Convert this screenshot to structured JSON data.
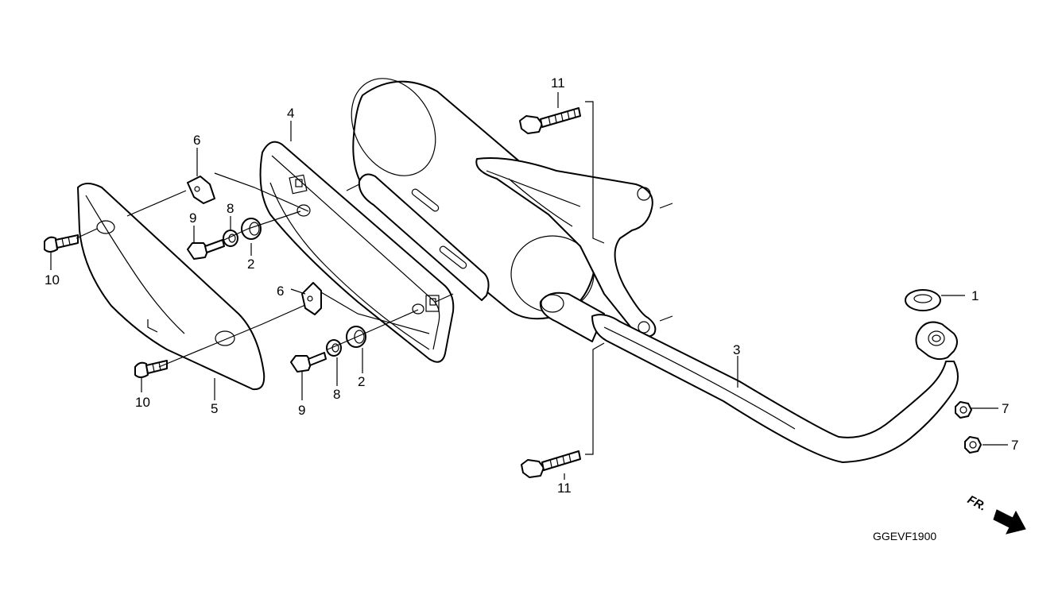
{
  "callouts": {
    "c1": "1",
    "c2a": "2",
    "c2b": "2",
    "c3": "3",
    "c4": "4",
    "c5": "5",
    "c6a": "6",
    "c6b": "6",
    "c7a": "7",
    "c7b": "7",
    "c8a": "8",
    "c8b": "8",
    "c9a": "9",
    "c9b": "9",
    "c10a": "10",
    "c10b": "10",
    "c11a": "11",
    "c11b": "11"
  },
  "direction_label": "FR.",
  "drawing_code": "GGEVF1900"
}
